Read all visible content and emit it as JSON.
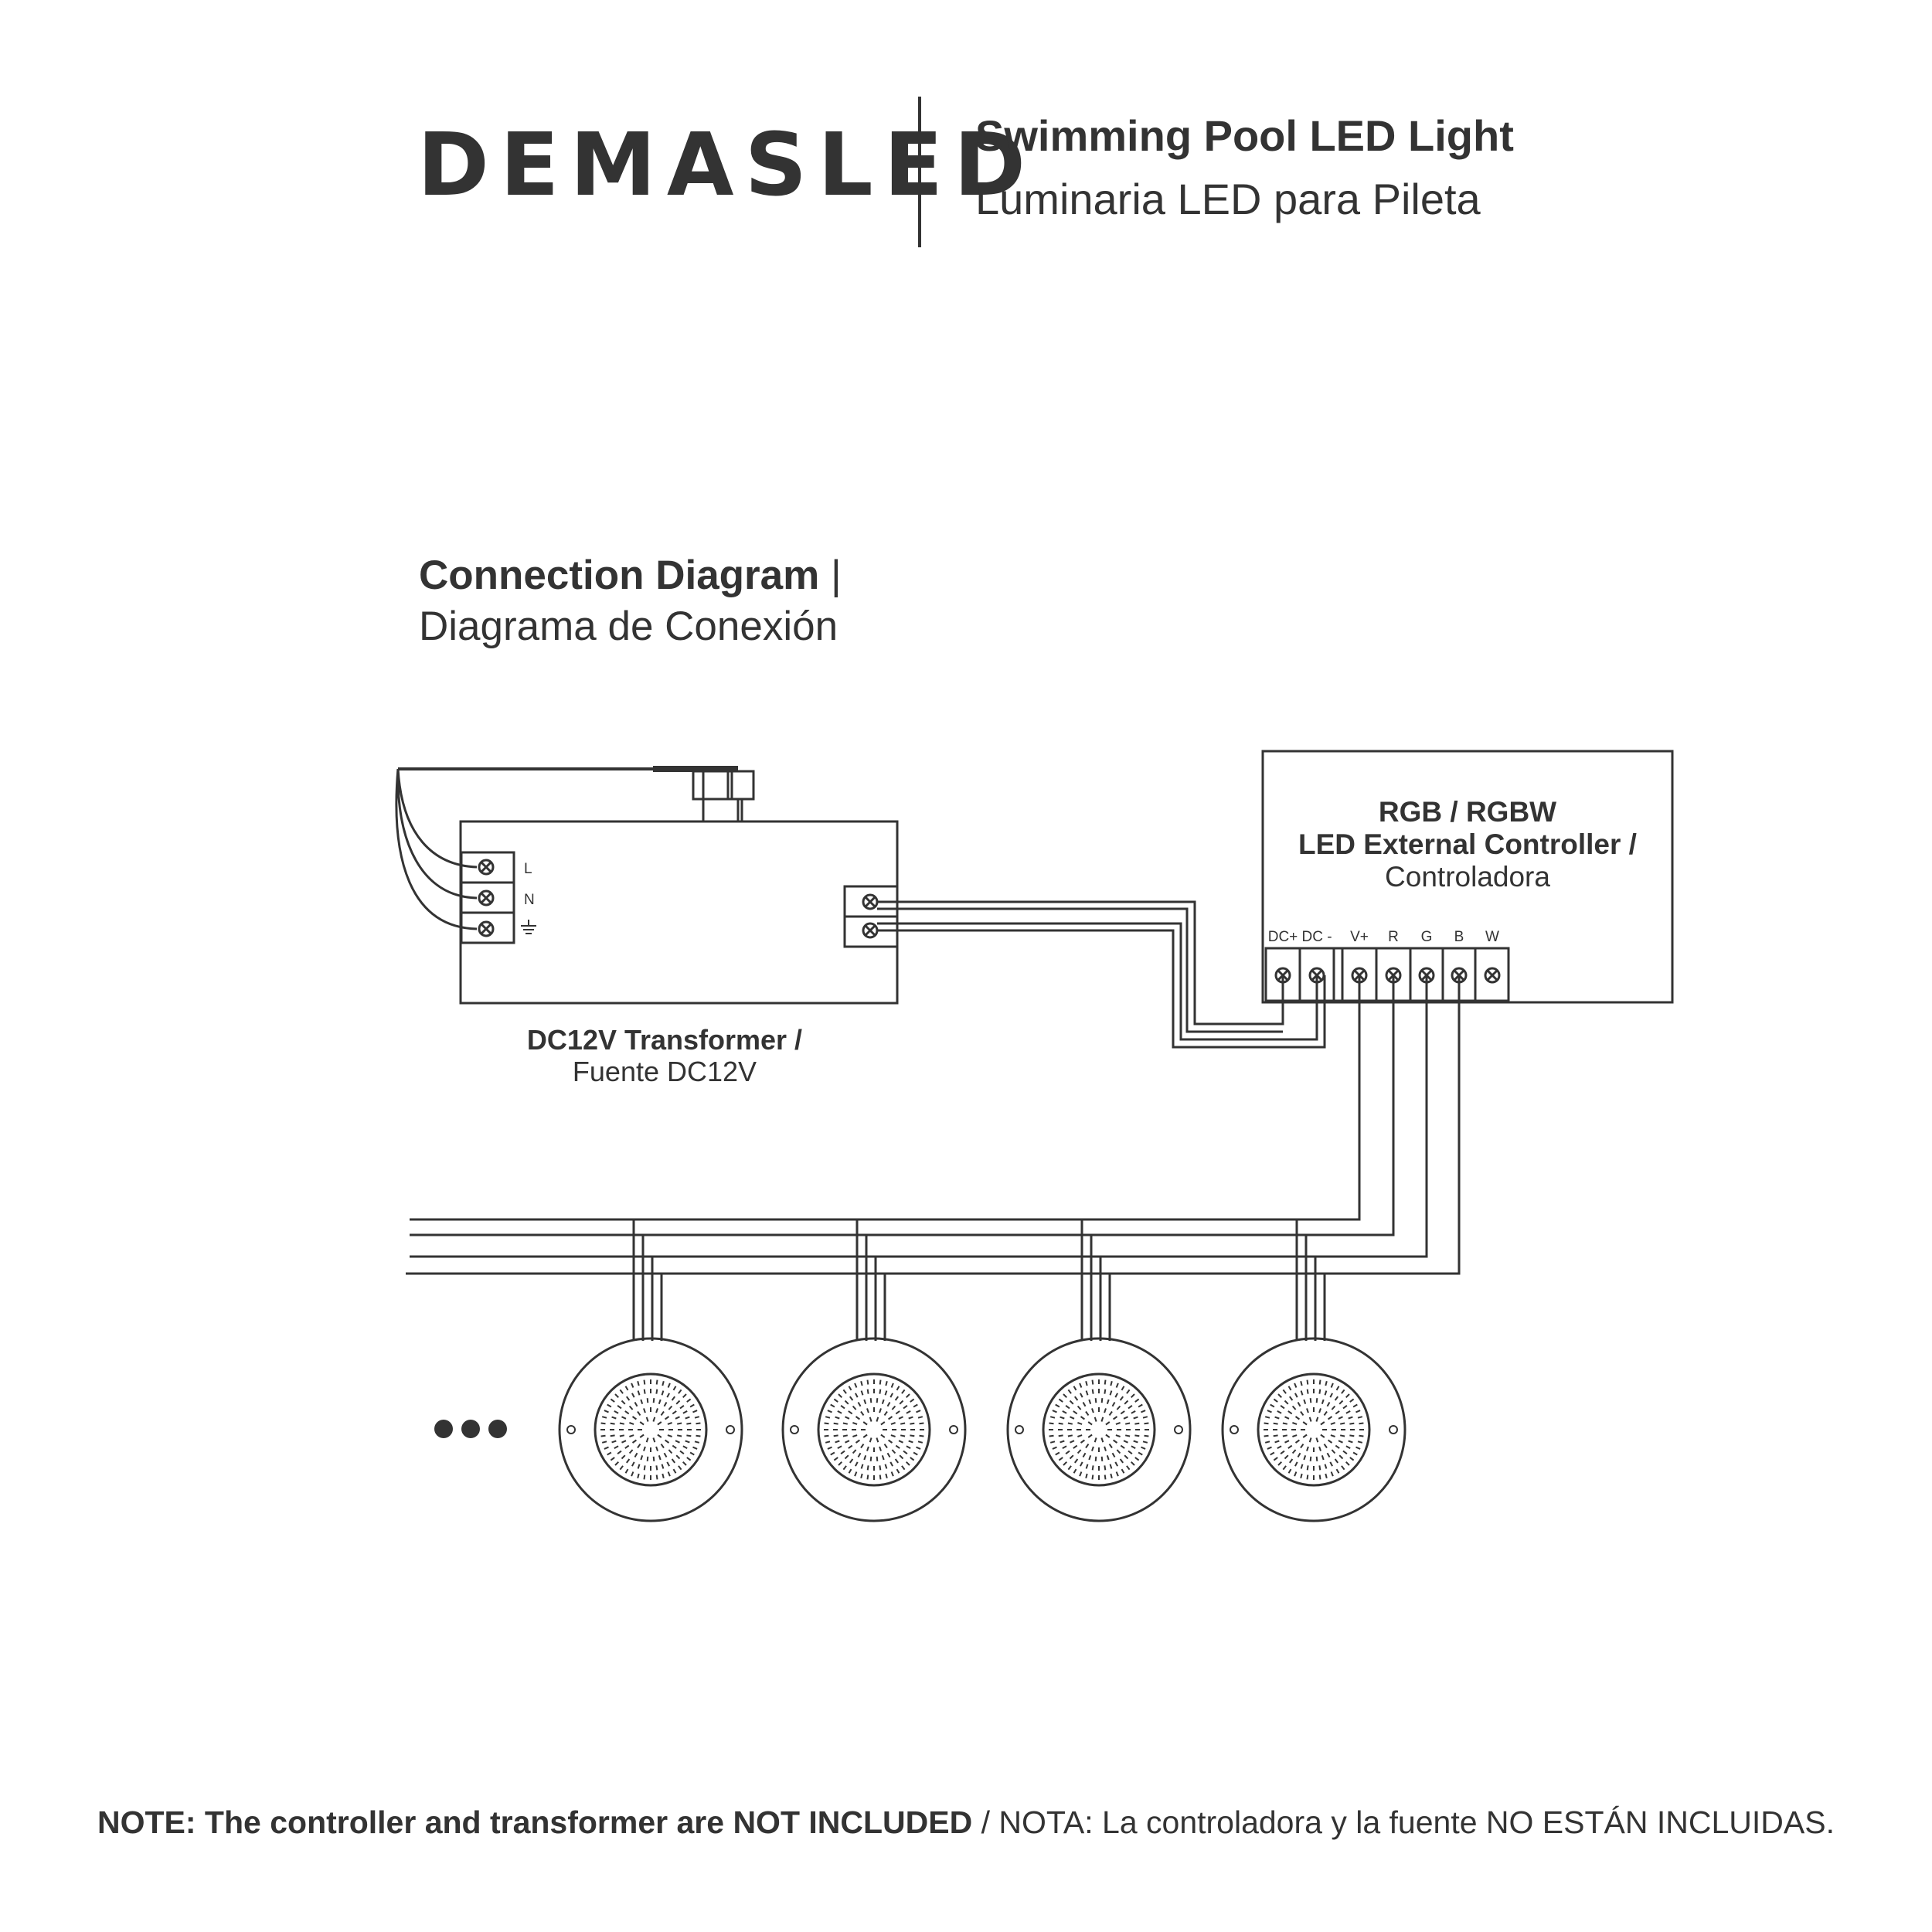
{
  "header": {
    "brand": "DEMASLED",
    "title_en": "Swimming Pool LED Light",
    "title_es": "Luminaria LED para Pileta"
  },
  "section": {
    "title_en": "Connection Diagram",
    "separator": " |",
    "title_es": "Diagrama de Conexión"
  },
  "transformer": {
    "label_en": "DC12V Transformer /",
    "label_es": "Fuente DC12V",
    "input_terminals": [
      "L",
      "N",
      "⏚"
    ]
  },
  "controller": {
    "label_line1": "RGB / RGBW",
    "label_line2": "LED External Controller /",
    "label_es": "Controladora",
    "terminals": [
      "DC+",
      "DC -",
      "V+",
      "R",
      "G",
      "B",
      "W"
    ]
  },
  "lights": {
    "count_shown": 4,
    "continuation": "more-lights-dots"
  },
  "note": {
    "bold": "NOTE: The controller and transformer are NOT INCLUDED",
    "normal": " / NOTA: La controladora y la fuente NO ESTÁN INCLUIDAS."
  },
  "colors": {
    "ink": "#333333",
    "background": "#ffffff"
  }
}
